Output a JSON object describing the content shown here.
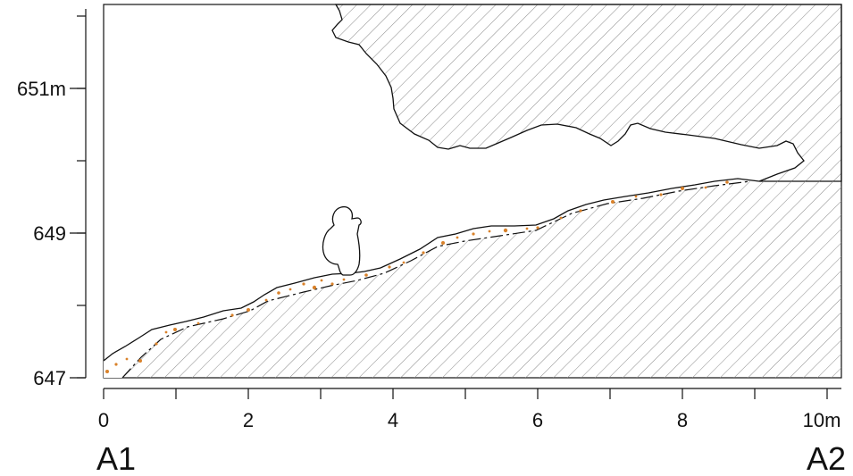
{
  "figure": {
    "y_axis": {
      "ticks": [
        {
          "value": 651,
          "label": "651m"
        },
        {
          "value": 649,
          "label": "649"
        },
        {
          "value": 647,
          "label": "647"
        }
      ],
      "minor_ticks": [
        647,
        648,
        649,
        650,
        651,
        652
      ],
      "range": [
        647,
        652.1
      ]
    },
    "x_axis": {
      "ticks": [
        {
          "value": 0,
          "label": "0"
        },
        {
          "value": 2,
          "label": "2"
        },
        {
          "value": 4,
          "label": "4"
        },
        {
          "value": 6,
          "label": "6"
        },
        {
          "value": 8,
          "label": "8"
        },
        {
          "value": 10,
          "label": "10m"
        }
      ],
      "minor_ticks": [
        0,
        1,
        2,
        3,
        4,
        5,
        6,
        7,
        8,
        9,
        10
      ],
      "range": [
        0,
        10.2
      ]
    },
    "section_ends": {
      "left": "A1",
      "right": "A2"
    },
    "colors": {
      "line": "#111111",
      "hatch": "#8a8a8a",
      "sediment_dots": "#d9822b",
      "fill": "#ffffff"
    }
  }
}
